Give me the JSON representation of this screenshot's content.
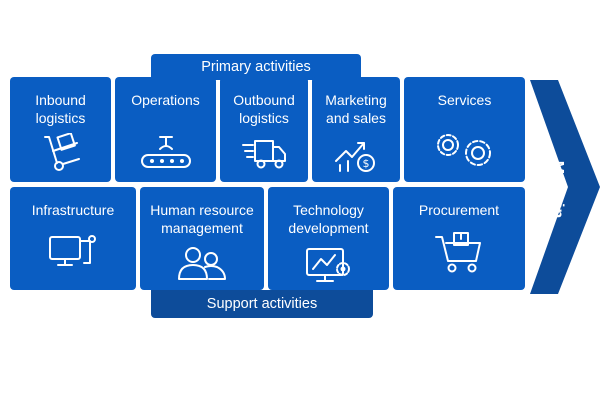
{
  "primary": {
    "heading": "Primary activities",
    "items": [
      {
        "label": "Inbound\nlogistics"
      },
      {
        "label": "Operations"
      },
      {
        "label": "Outbound\nlogistics"
      },
      {
        "label": "Marketing\nand sales"
      },
      {
        "label": "Services"
      }
    ]
  },
  "support": {
    "heading": "Support activities",
    "items": [
      {
        "label": "Infrastructure"
      },
      {
        "label": "Human resource\nmanagement"
      },
      {
        "label": "Technology\ndevelopment"
      },
      {
        "label": "Procurement"
      }
    ]
  },
  "margin": {
    "label": "Margin"
  },
  "colors": {
    "primary_blue": "#0a5dc2",
    "dark_blue": "#0d4c9a",
    "icon_stroke": "#ffffff"
  }
}
